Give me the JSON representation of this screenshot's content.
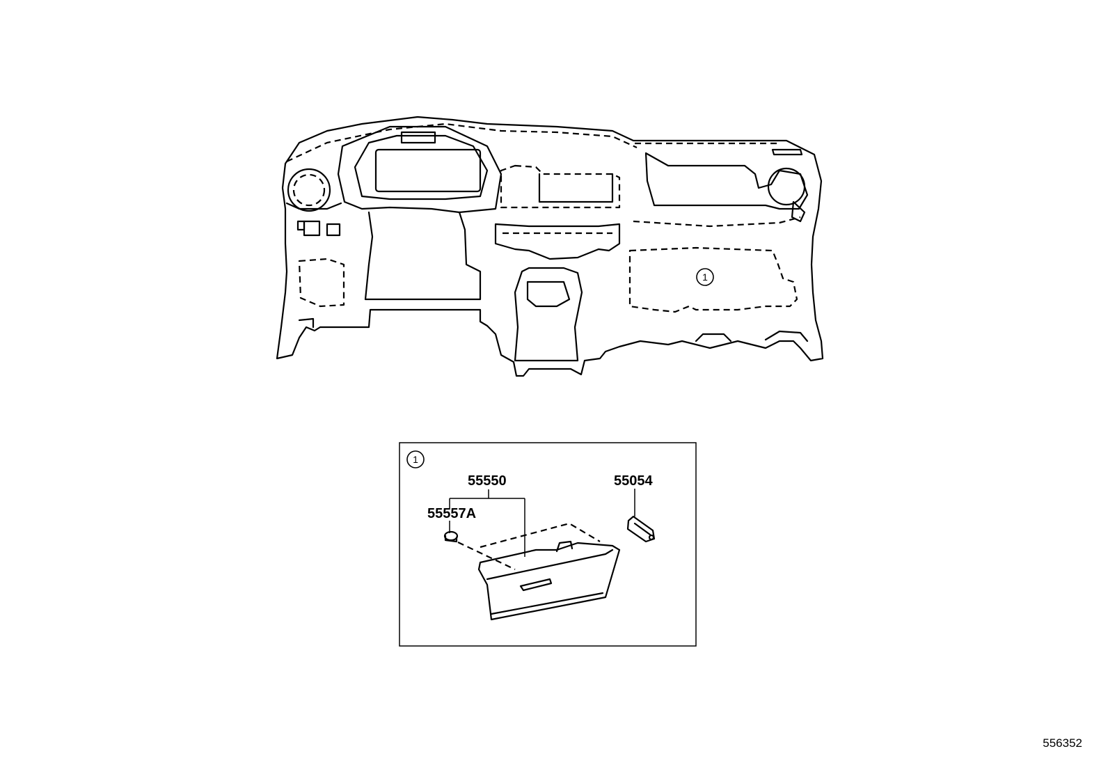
{
  "callouts": {
    "group_marker_dashboard": "1",
    "group_marker_detail": "1"
  },
  "parts": [
    {
      "number": "55550"
    },
    {
      "number": "55557A"
    },
    {
      "number": "55054"
    }
  ],
  "figure_ref": "556352"
}
